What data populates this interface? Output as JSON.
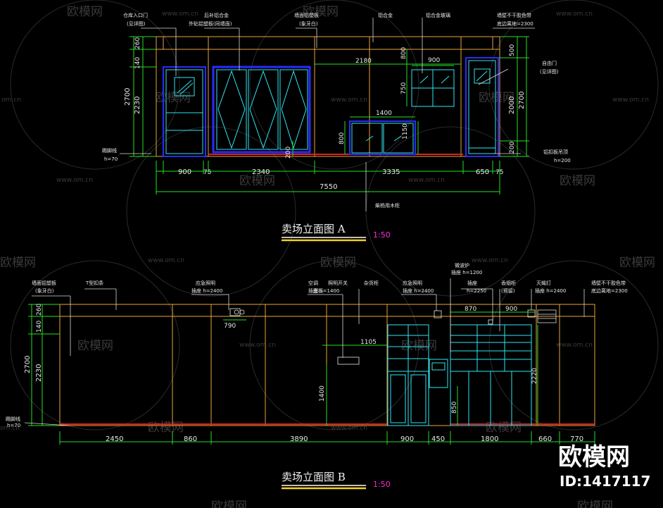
{
  "watermark": {
    "brand": "欧模网",
    "url": "www.om.cn",
    "url_short": "om.cn"
  },
  "logo": {
    "name": "欧模网",
    "id": "ID:1417117"
  },
  "colors": {
    "wall": "#e8a33c",
    "cabinet": "#2ee6f2",
    "frame": "#2a2aff",
    "dim": "#24e024",
    "skirting": "#e02020",
    "leader": "#d8d8d8"
  },
  "elevA": {
    "title": "卖场立面图 A",
    "scale": "1:50",
    "notes": {
      "n1a": "仓库入口门",
      "n1b": "(见详图)",
      "n2a": "后补铝合金",
      "n2b": "外贴铝塑板(同墙面)",
      "n3a": "墙面铝塑板",
      "n3b": "(象牙白)",
      "n4": "铝合金",
      "n5": "铝合金玻璃",
      "n6a": "墙壁不干胶色带",
      "n6b": "底边离地=2300",
      "n7a": "自由门",
      "n7b": "(见详图)",
      "n8a": "踢脚线",
      "n8b": "h=70",
      "n9a": "铝扣板吊顶",
      "n9b": "h=200",
      "n10": "柴杨用木柜"
    },
    "dims": {
      "total": "7550",
      "d900": "900",
      "d75a": "75",
      "d2340": "2340",
      "d3335": "3335",
      "d650": "650",
      "d75b": "75",
      "l260": "260",
      "l140": "140",
      "l2700": "2700",
      "l2230": "2230",
      "r500": "500",
      "r2700": "2700",
      "r2000": "2000",
      "r200": "200",
      "c2180": "2180",
      "c900": "900",
      "c800": "800",
      "c750": "750",
      "c1400": "1400",
      "c1150": "1150",
      "c800b": "800",
      "c200": "200"
    }
  },
  "elevB": {
    "title": "卖场立面图 B",
    "scale": "1:50",
    "notes": {
      "n1a": "墙面铝塑板",
      "n1b": "(象牙白)",
      "n2": "T型扣条",
      "n3a": "应急照明",
      "n3b": "插座 h=2400",
      "n4a": "空调",
      "n4b": "插座 h=1400",
      "n4c": "照明开关",
      "n4d": "面板",
      "n5": "杂货柜",
      "n6a": "应急照明",
      "n6b": "插座 h=2400",
      "n7a": "微波炉",
      "n7b": "插座 h=1200",
      "n8a": "插座",
      "n8b": "h=2250",
      "n9a": "香烟柜",
      "n9b": "(预留)",
      "n10a": "灭蝇灯",
      "n10b": "插座 h=2400",
      "n11a": "墙壁不干胶色带",
      "n11b": "底边离地=2300",
      "n12a": "踢脚线",
      "n12b": "h=70"
    },
    "dims": {
      "d2450": "2450",
      "d860": "860",
      "d3890": "3890",
      "d900": "900",
      "d450": "450",
      "d1800": "1800",
      "d660": "660",
      "d770": "770",
      "l260": "260",
      "l140": "140",
      "l2700": "2700",
      "l2230": "2230",
      "c790": "790",
      "c1105": "1105",
      "c1400": "1400",
      "c870": "870",
      "c900": "900",
      "c2220": "2220",
      "c850": "850"
    }
  }
}
